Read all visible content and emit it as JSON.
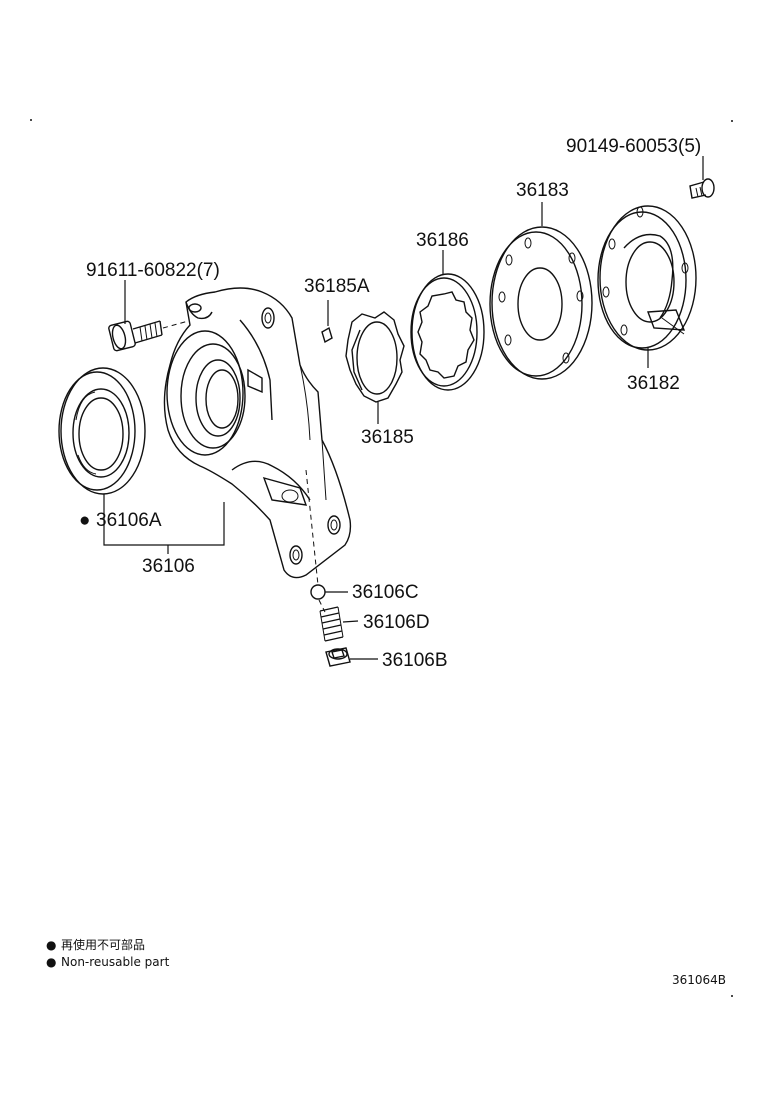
{
  "labels": {
    "bolt_pump": "91611-60822(7)",
    "screw": "90149-60053(5)",
    "plate_36183": "36183",
    "rotor_36186": "36186",
    "key_36185A": "36185A",
    "plate_36182": "36182",
    "drive_36185": "36185",
    "seal_36106A": "36106A",
    "body_36106": "36106",
    "ball_36106C": "36106C",
    "spring_36106D": "36106D",
    "plug_36106B": "36106B"
  },
  "legend": {
    "symbol": "●",
    "line_jp": "再使用不可部品",
    "line_en": "Non-reusable part"
  },
  "diagram_code": "361064B"
}
